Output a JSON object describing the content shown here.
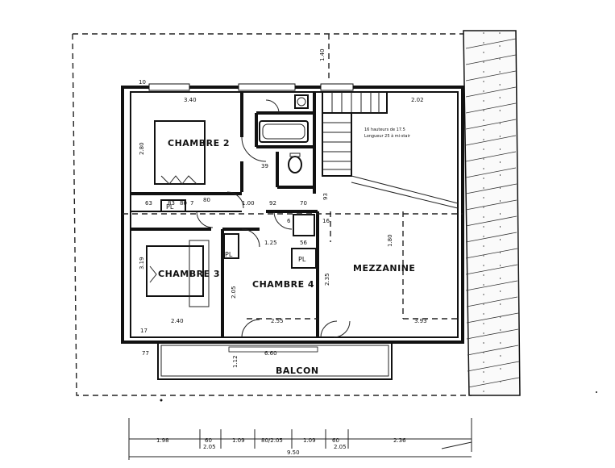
{
  "rooms": {
    "chambre2": "CHAMBRE 2",
    "chambre3": "CHAMBRE 3",
    "chambre4": "CHAMBRE 4",
    "mezzanine": "MEZZANINE",
    "balcon": "BALCON"
  },
  "fixtures": {
    "pl": "PL",
    "stair_note_1": "16 hauteurs de 17.5",
    "stair_note_2": "Longueur 25 à mi-stair"
  },
  "dimensions": {
    "d_340": "3.40",
    "d_202": "2.02",
    "d_140": "1.40",
    "d_280": "2.80",
    "d_39": "39",
    "d_100": "1.00",
    "d_92": "92",
    "d_70": "70",
    "d_93": "93",
    "d_63": "63",
    "d_80a": "80",
    "d_7a": "7",
    "d_83": "83",
    "d_80b": "80",
    "d_125": "1.25",
    "d_56": "56",
    "d_6": "6",
    "d_16": "16",
    "d_180": "1.80",
    "d_319": "3.19",
    "d_205": "2.05",
    "d_235": "2.35",
    "d_240": "2.40",
    "d_255": "2.55",
    "d_393": "3.93",
    "d_77": "77",
    "d_660": "6.60",
    "d_112": "1.12",
    "d_17": "17",
    "d_10": "10"
  },
  "scale_bar": {
    "segments": [
      "1.98",
      "60",
      "1.09",
      "80/2.05",
      "1.09",
      "60",
      "2.36"
    ],
    "sub": [
      "2.05",
      "2.05"
    ],
    "total": "9.50"
  }
}
